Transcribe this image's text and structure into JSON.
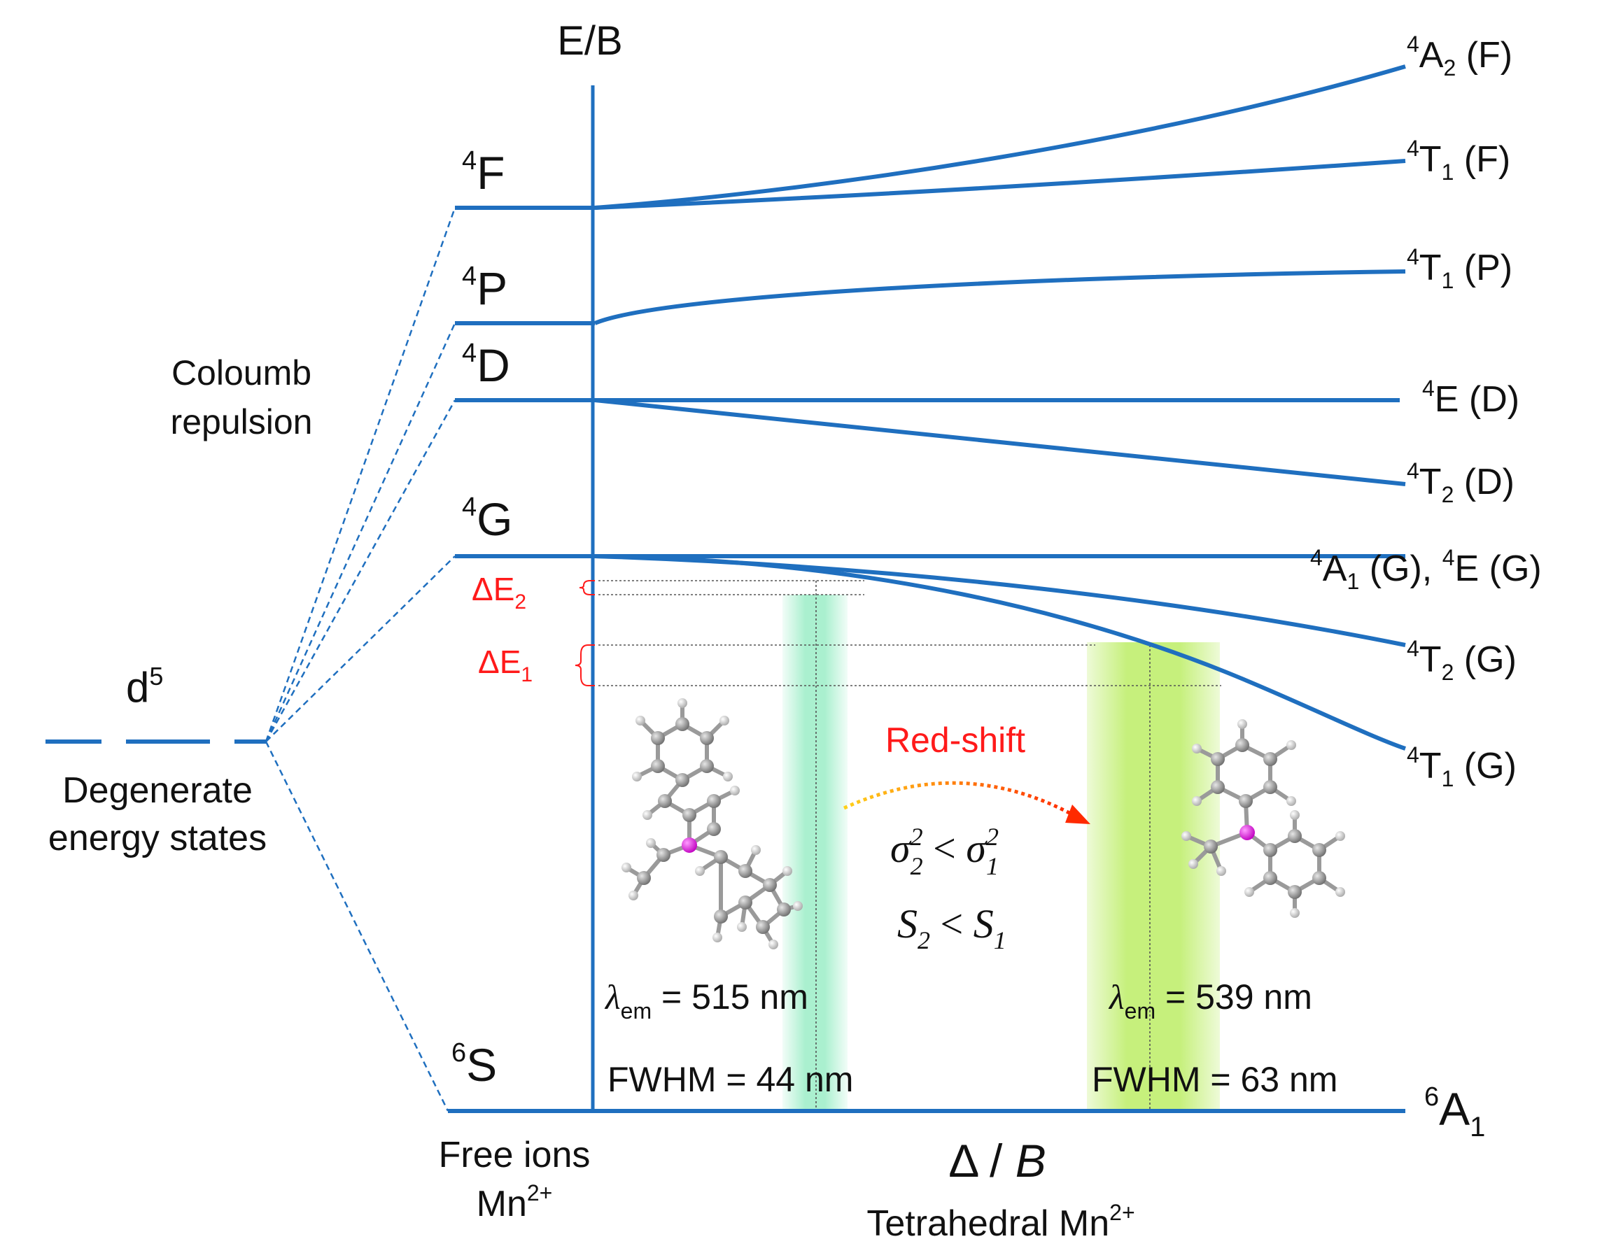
{
  "axis": {
    "y_label": "E/B",
    "x_label_symbol": "Δ / ",
    "x_label_var": "B",
    "x_sublabel": "Tetrahedral Mn",
    "x_sublabel_sup": "2+"
  },
  "free_ion": {
    "label": "Free ions",
    "ion": "Mn",
    "ion_sup": "2+"
  },
  "left": {
    "config_base": "d",
    "config_sup": "5",
    "degenerate_line1": "Degenerate",
    "degenerate_line2": "energy states",
    "coulomb_line1": "Coloumb",
    "coulomb_line2": "repulsion"
  },
  "free_ion_terms": [
    {
      "sup": "4",
      "base": "F"
    },
    {
      "sup": "4",
      "base": "P"
    },
    {
      "sup": "4",
      "base": "D"
    },
    {
      "sup": "4",
      "base": "G"
    },
    {
      "sup": "6",
      "base": "S"
    }
  ],
  "crystal_field_terms": [
    {
      "sup": "4",
      "base": "A",
      "sub": "2",
      "paren": " (F)"
    },
    {
      "sup": "4",
      "base": "T",
      "sub": "1",
      "paren": " (F)"
    },
    {
      "sup": "4",
      "base": "T",
      "sub": "1",
      "paren": " (P)"
    },
    {
      "sup": "4",
      "base": "E",
      "sub": "",
      "paren": " (D)"
    },
    {
      "sup": "4",
      "base": "T",
      "sub": "2",
      "paren": " (D)"
    },
    {
      "sup": "4",
      "base": "T",
      "sub": "2",
      "paren": " (G)"
    },
    {
      "sup": "4",
      "base": "T",
      "sub": "1",
      "paren": " (G)"
    }
  ],
  "combined_term": {
    "sup1": "4",
    "base1": "A",
    "sub1": "1",
    "paren1": " (G), ",
    "sup2": "4",
    "base2": "E",
    "paren2": " (G)"
  },
  "ground_term": {
    "sup": "6",
    "base": "A",
    "sub": "1"
  },
  "delta_labels": [
    {
      "base": "ΔE",
      "sub": "2"
    },
    {
      "base": "ΔE",
      "sub": "1"
    }
  ],
  "annotations": {
    "red_shift": "Red-shift",
    "sigma_relation": {
      "a": "σ",
      "a_sup": "2",
      "a_sub": "2",
      "op": " < ",
      "b": "σ",
      "b_sup": "2",
      "b_sub": "1"
    },
    "s_relation": {
      "a": "S",
      "a_sub": "2",
      "op": " < ",
      "b": "S",
      "b_sub": "1"
    }
  },
  "emissions": [
    {
      "lambda_sym": "λ",
      "lambda_sub": "em",
      "value": " = 515 nm",
      "fwhm": "FWHM = 44 nm",
      "band_color": "#aaf0cf"
    },
    {
      "lambda_sym": "λ",
      "lambda_sub": "em",
      "value": " = 539 nm",
      "fwhm": "FWHM = 63 nm",
      "band_color": "#c6f07c"
    }
  ],
  "colors": {
    "level_line": "#1f6fbf",
    "delta_label": "#ff1a1a",
    "red_shift": "#ff1a1a",
    "arrow_start": "#ffd11a",
    "arrow_end": "#ff2a00",
    "manganese_atom": "#e000e0",
    "carbon_atom": "#8a8a8a",
    "hydrogen_atom": "#c8c8c8"
  },
  "icons": {
    "molecule_left": "tetrahedral-complex-molecule",
    "molecule_right": "phenyl-complex-molecule"
  }
}
